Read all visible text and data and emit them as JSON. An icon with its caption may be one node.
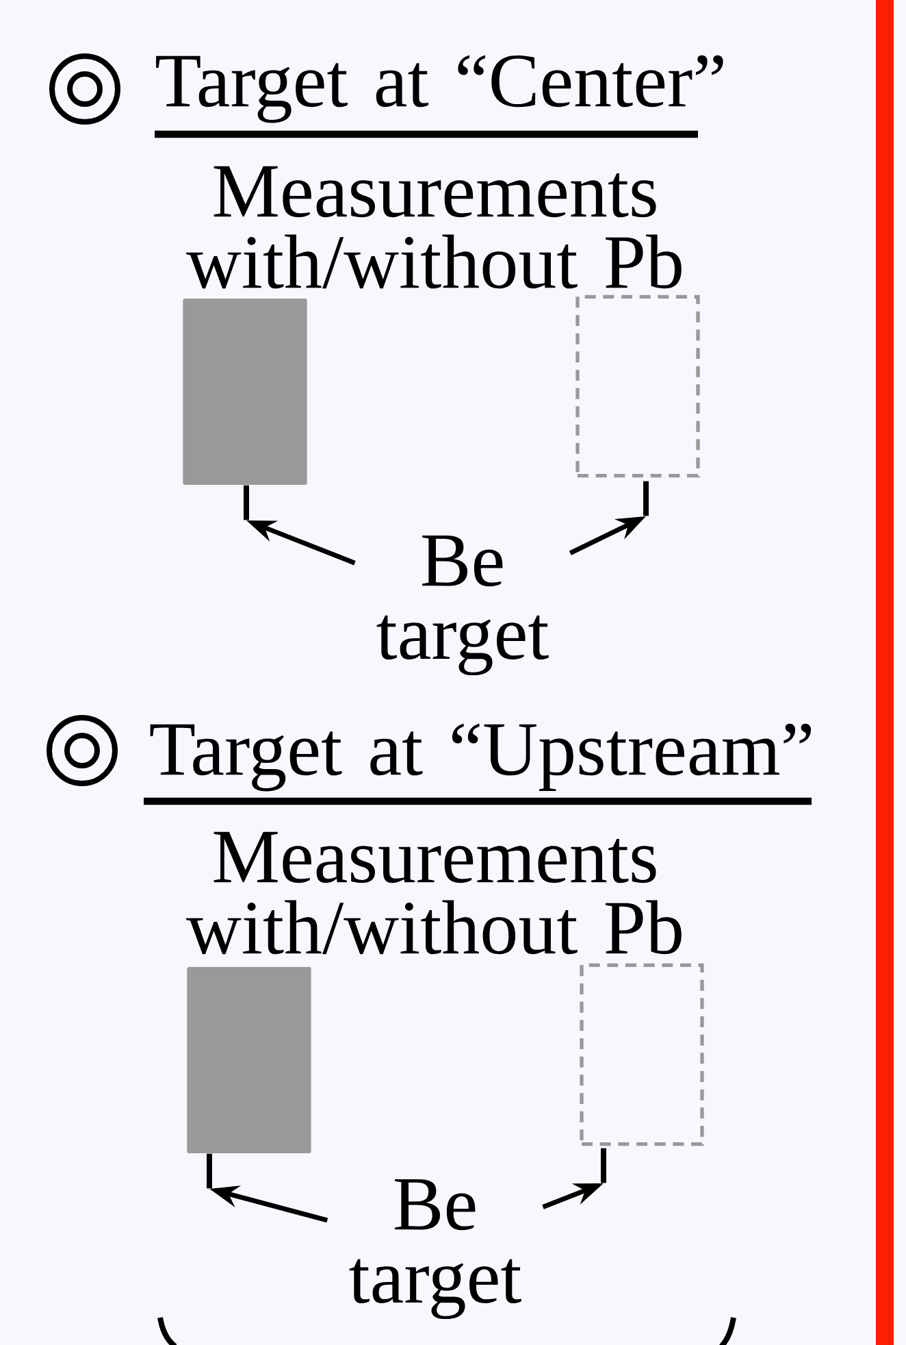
{
  "diagram": {
    "nodes": [
      {
        "text": [],
        "shape": "box"
      },
      {
        "text": [],
        "shape": "box"
      },
      {
        "text": [],
        "shape": "bar"
      },
      {
        "text": [],
        "shape": "bar"
      },
      {
        "text": [
          "Be target"
        ]
      },
      {
        "text": [],
        "shape": "box"
      },
      {
        "text": [],
        "shape": "box"
      },
      {
        "text": [],
        "shape": "bar"
      },
      {
        "text": [],
        "shape": "bar"
      },
      {
        "text": [
          "Be target"
        ]
      }
    ],
    "edges": [
      {
        "from": 4,
        "to": 2,
        "arrow": "to"
      },
      {
        "from": 4,
        "to": 3,
        "arrow": "to"
      },
      {
        "from": 9,
        "to": 7,
        "arrow": "to"
      },
      {
        "from": 9,
        "to": 8,
        "arrow": "to"
      }
    ],
    "labels": [
      "Target at “Center”",
      "Measurements with/without Pb",
      "Target at “Upstream”",
      "Measurements with/without Pb"
    ]
  }
}
